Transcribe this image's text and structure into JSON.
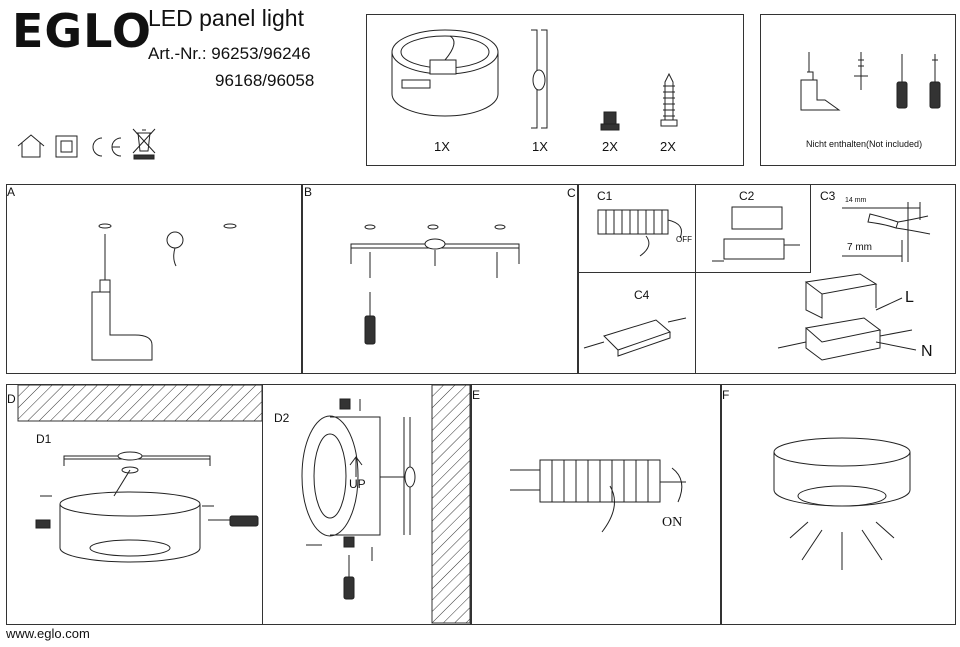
{
  "header": {
    "brand": "EGLO",
    "product_title": "LED panel light",
    "article_numbers_line1": "Art.-Nr.: 96253/96246",
    "article_numbers_line2": "96168/96058"
  },
  "package_contents": {
    "items": [
      {
        "name": "luminaire",
        "qty": "1X"
      },
      {
        "name": "mounting-bracket",
        "qty": "1X"
      },
      {
        "name": "screw",
        "qty": "2X"
      },
      {
        "name": "wall-plug",
        "qty": "2X"
      }
    ]
  },
  "tools": {
    "note": "Nicht enthalten(Not included)"
  },
  "steps": {
    "A": "A",
    "B": "B",
    "C": "C",
    "C1": "C1",
    "C1_switch": "OFF",
    "C2": "C2",
    "C3": "C3",
    "C3_strip_outer": "14 mm",
    "C3_strip_inner": "7 mm",
    "C4": "C4",
    "C_line_label": "L",
    "C_neutral_label": "N",
    "D": "D",
    "D1": "D1",
    "D2": "D2",
    "D2_up": "UP",
    "E": "E",
    "E_switch": "ON",
    "F": "F"
  },
  "footer": {
    "website": "www.eglo.com"
  },
  "icons": [
    "house-indoor-icon",
    "protection-class-ii-icon",
    "ce-mark-icon",
    "weee-bin-icon"
  ]
}
